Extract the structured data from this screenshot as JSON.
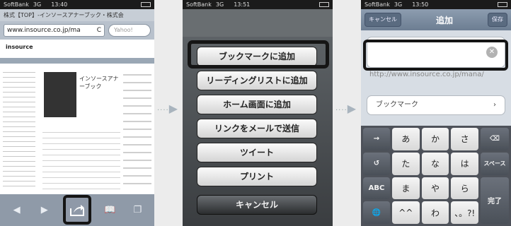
{
  "panel1": {
    "status": {
      "carrier": "SoftBank",
      "network": "3G",
      "time": "13:40"
    },
    "page_title": "株式【TOP】-インソースアナーブック・株式会",
    "url": "www.insource.co.jp/ma",
    "reload_glyph": "C",
    "search_placeholder": "Yahoo!",
    "logo_text": "insource",
    "book_text": "インソースアナーブック",
    "toolbar": {
      "back": "◀",
      "forward": "▶",
      "bookmarks": "📖",
      "pages": "❐"
    }
  },
  "arrow": {
    "dots": "····",
    "head": "▶"
  },
  "panel2": {
    "status": {
      "carrier": "SoftBank",
      "network": "3G",
      "time": "13:51"
    },
    "actions": [
      "ブックマークに追加",
      "リーディングリストに追加",
      "ホーム画面に追加",
      "リンクをメールで送信",
      "ツイート",
      "プリント"
    ],
    "cancel": "キャンセル"
  },
  "panel3": {
    "status": {
      "carrier": "SoftBank",
      "network": "3G",
      "time": "13:50"
    },
    "nav": {
      "cancel": "キャンセル",
      "title": "追加",
      "save": "保存"
    },
    "title_field_value": "",
    "clear_glyph": "✕",
    "url_value": "http://www.insource.co.jp/mana/",
    "bookmark_row": {
      "label": "ブックマーク",
      "chevron": "›"
    },
    "keyboard": [
      [
        "→",
        "あ",
        "か",
        "さ",
        "⌫"
      ],
      [
        "↺",
        "た",
        "な",
        "は",
        "スペース"
      ],
      [
        "ABC",
        "ま",
        "や",
        "ら",
        "完了"
      ],
      [
        "🌐",
        "^^",
        "わ",
        "、。?!",
        ""
      ]
    ]
  },
  "colors": {
    "highlight": "#151515",
    "navbar": "#6c7d92",
    "keyboard": "#4e525a"
  }
}
